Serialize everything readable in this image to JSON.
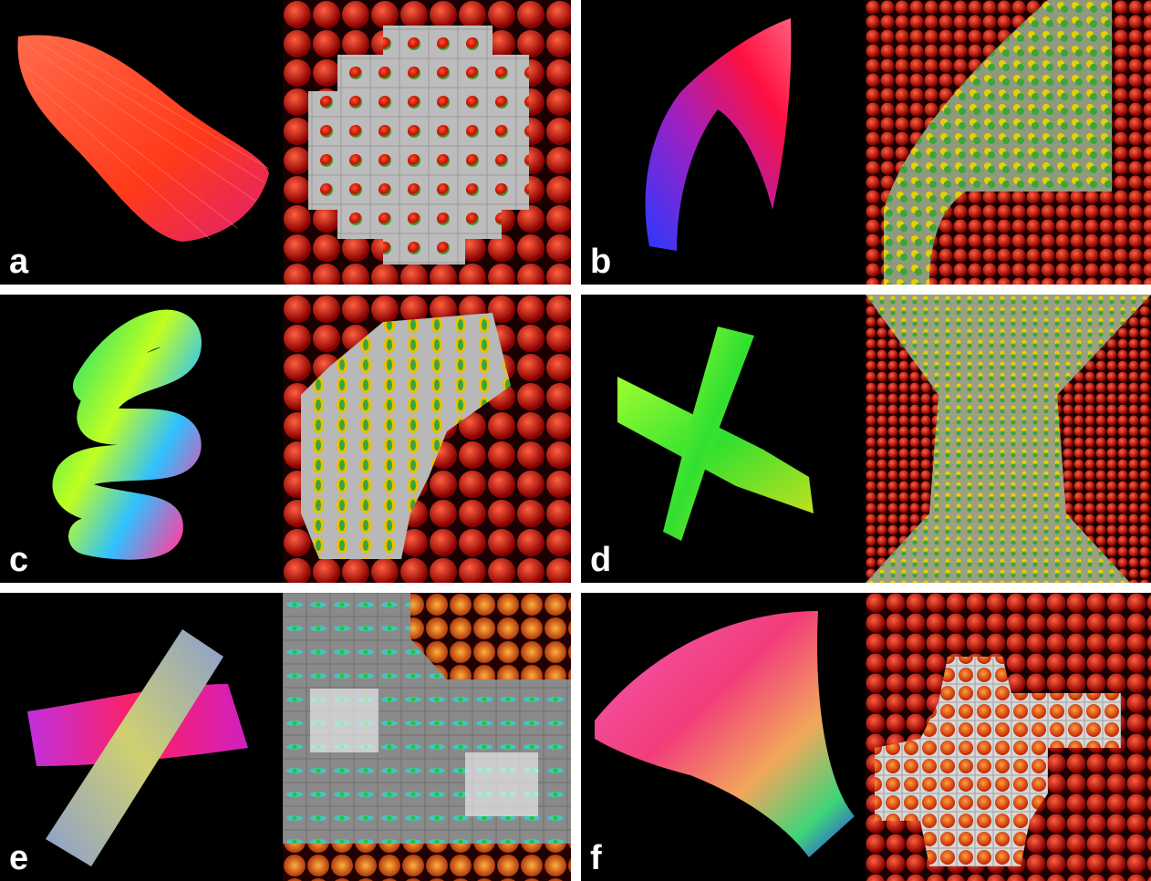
{
  "panels": [
    {
      "label": "a",
      "fiber": "straight-bundle-red",
      "glyph": "grid-red-center-gray"
    },
    {
      "label": "b",
      "fiber": "fanning-bundle-blue-red",
      "glyph": "grid-red-arc-yellow"
    },
    {
      "label": "c",
      "fiber": "helix-green-yellow",
      "glyph": "grid-red-curve-yellow"
    },
    {
      "label": "d",
      "fiber": "crossing-green",
      "glyph": "grid-red-hourglass"
    },
    {
      "label": "e",
      "fiber": "crossing-bands-magenta-gray",
      "glyph": "gray-crossing-glyphs"
    },
    {
      "label": "f",
      "fiber": "fanning-rainbow",
      "glyph": "grid-red-blob-orange"
    }
  ],
  "colors": {
    "background": "#000000",
    "separator": "#ffffff",
    "sphere_red": "#e01000",
    "gray_region": "#bdbdbd",
    "glyph_green": "#3aa53a",
    "glyph_yellow": "#e8d000"
  }
}
